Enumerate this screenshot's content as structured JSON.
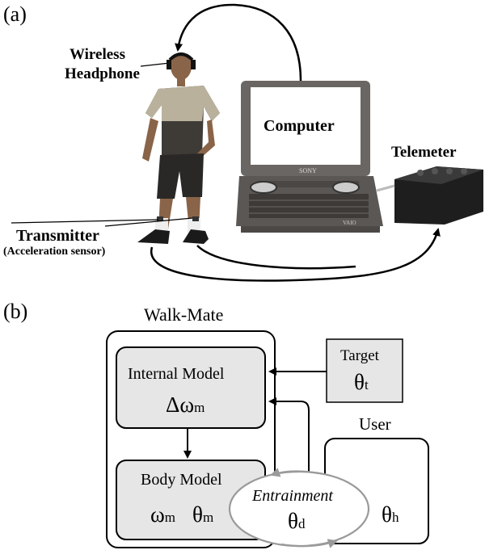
{
  "panel_a": {
    "label": "(a)",
    "headphone_label": [
      "Wireless",
      "Headphone"
    ],
    "computer_label": "Computer",
    "laptop_brand": "SONY",
    "laptop_badge": "VAIO",
    "telemeter_label": "Telemeter",
    "transmitter_label": "Transmitter",
    "transmitter_sub": "(Acceleration sensor)"
  },
  "panel_b": {
    "label": "(b)",
    "walkmate_label": "Walk-Mate",
    "internal_model_title": "Internal Model",
    "internal_model_symbol": "Δω",
    "internal_model_sub": "m",
    "body_model_title": "Body Model",
    "body_omega": "ω",
    "body_omega_sub": "m",
    "body_theta": "θ",
    "body_theta_sub": "m",
    "target_title": "Target",
    "target_symbol": "θ",
    "target_sub": "t",
    "user_label": "User",
    "user_symbol": "θ",
    "user_sub": "h",
    "entrainment_label": "Entrainment",
    "entrainment_symbol": "θ",
    "entrainment_sub": "d"
  },
  "colors": {
    "box_fill": "#e6e6e6",
    "stroke": "#000000",
    "entrainment_stroke": "#9a9a9a",
    "laptop_body": "#5a5754",
    "telemeter_body": "#1e1e1e"
  }
}
